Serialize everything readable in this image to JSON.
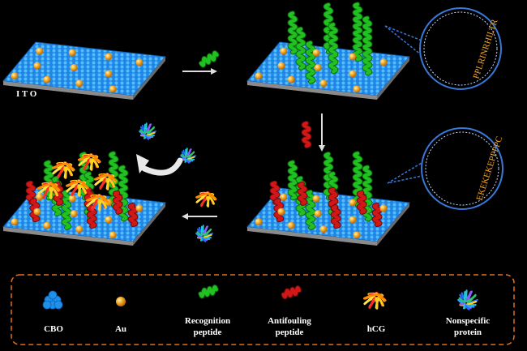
{
  "substrate_label": "I T O",
  "callouts": [
    {
      "sequence": "PPLRINRHILTR",
      "color": "#f5a623"
    },
    {
      "sequence": "EKEKEKEPPPPC",
      "color": "#f5a623"
    }
  ],
  "legend": {
    "items": [
      {
        "id": "cbo",
        "lines": [
          "CBO"
        ]
      },
      {
        "id": "au",
        "lines": [
          "Au"
        ]
      },
      {
        "id": "recognition",
        "lines": [
          "Recognition",
          "peptide"
        ]
      },
      {
        "id": "antifouling",
        "lines": [
          "Antifouling",
          "peptide"
        ]
      },
      {
        "id": "hcg",
        "lines": [
          "hCG"
        ]
      },
      {
        "id": "nonspecific",
        "lines": [
          "Nonspecific",
          "protein"
        ]
      }
    ]
  },
  "colors": {
    "cbo": "#1e90e8",
    "au": "#f5a020",
    "recognition": "#22c022",
    "antifouling": "#d01818",
    "callout_border": "#3a78d8",
    "legend_border": "#e07020"
  }
}
